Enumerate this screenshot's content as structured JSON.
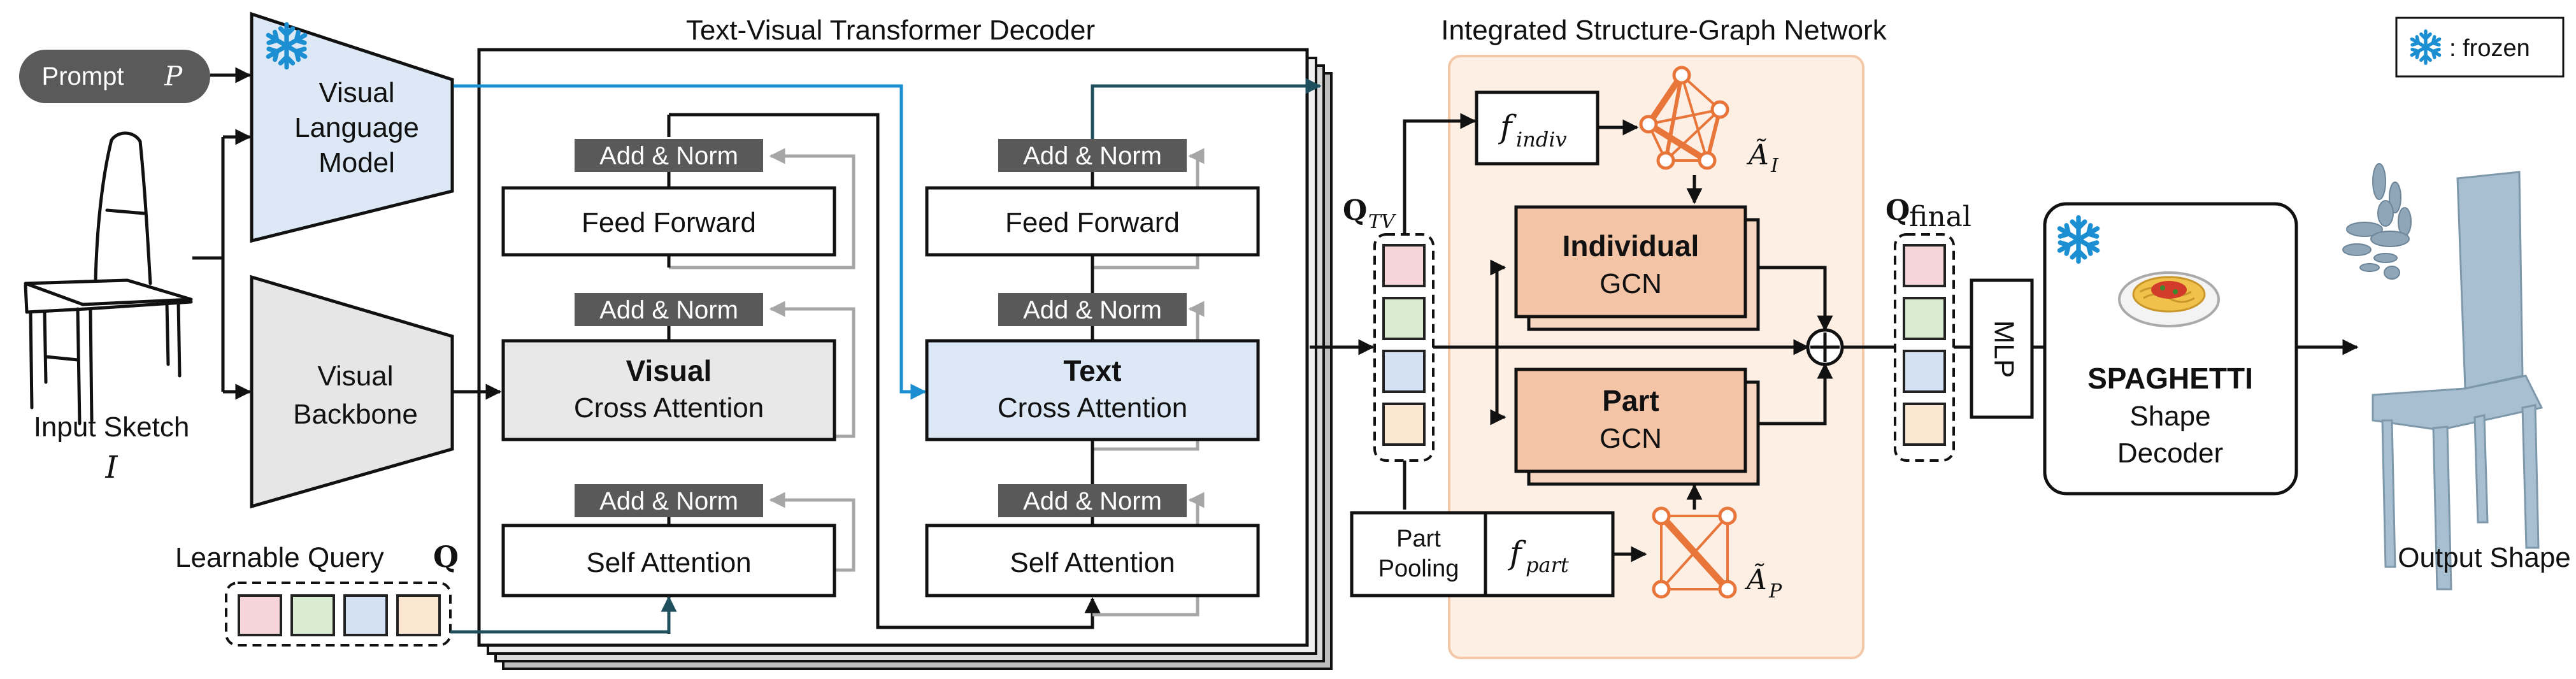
{
  "prompt": {
    "label": "Prompt",
    "var": "P"
  },
  "input": {
    "title": "Input Sketch",
    "symbol": "I"
  },
  "vlm": {
    "line1": "Visual",
    "line2": "Language",
    "line3": "Model"
  },
  "backbone": {
    "line1": "Visual",
    "line2": "Backbone"
  },
  "learnable_query": {
    "label": "Learnable Query",
    "symbol": "Q"
  },
  "decoder": {
    "title": "Text-Visual Transformer Decoder",
    "add_norm": "Add & Norm",
    "feed_forward": "Feed Forward",
    "self_attention": "Self Attention",
    "visual_ca": {
      "bold": "Visual",
      "rest": "Cross Attention"
    },
    "text_ca": {
      "bold": "Text",
      "rest": "Cross Attention"
    }
  },
  "graph": {
    "title": "Integrated Structure-Graph Network",
    "f_indiv": "f",
    "f_indiv_sub": "indiv",
    "a_indiv": "Ã",
    "a_indiv_sub": "I",
    "individual": {
      "bold": "Individual",
      "rest": "GCN"
    },
    "part": {
      "bold": "Part",
      "rest": "GCN"
    },
    "pooling": {
      "line1": "Part",
      "line2": "Pooling"
    },
    "f_part": "f",
    "f_part_sub": "part",
    "a_part": "Ã",
    "a_part_sub": "P"
  },
  "q_tv": {
    "symbol": "Q",
    "sub": "TV"
  },
  "q_final": {
    "symbol": "Q",
    "sub": "final"
  },
  "mlp": "MLP",
  "decoder_out": {
    "bold": "SPAGHETTI",
    "line2": "Shape",
    "line3": "Decoder"
  },
  "output": "Output Shape",
  "legend": {
    "label": ": frozen"
  },
  "colors": {
    "vlm_fill": "#dce8f5",
    "backbone_fill": "#e6e6e6",
    "text_ca_fill": "#dce8f5",
    "visual_ca_fill": "#e8e8e8",
    "graph_bg": "#fdefe3",
    "gcn_fill": "#f4c4a6",
    "norm_fill": "#595959",
    "query_colors": [
      "#f6d5d8",
      "#d9ecd2",
      "#d4e0f4",
      "#fbe6d2"
    ],
    "accent_blue": "#1b8fd1",
    "graph_edge": "#e8763a"
  },
  "icons": {
    "frozen": "snowflake-icon",
    "food": "spaghetti-icon",
    "chair": "chair-sketch"
  }
}
